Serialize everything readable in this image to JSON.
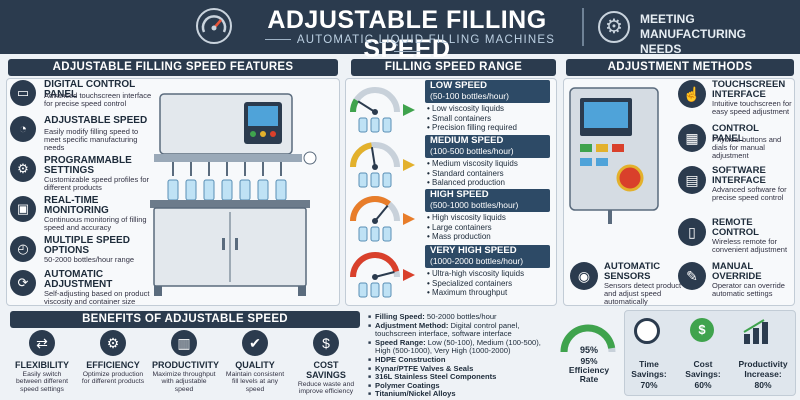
{
  "header": {
    "title": "ADJUSTABLE FILLING SPEED",
    "subtitle": "AUTOMATIC LIQUID FILLING MACHINES",
    "tagline": "MEETING MANUFACTURING NEEDS"
  },
  "features": {
    "title": "ADJUSTABLE FILLING SPEED FEATURES",
    "items": [
      {
        "icon": "tablet-icon",
        "title": "DIGITAL CONTROL PANEL",
        "desc": "Advanced touchscreen interface for precise speed control"
      },
      {
        "icon": "speedometer-icon",
        "title": "ADJUSTABLE SPEED",
        "desc": "Easily modify filling speed to meet specific manufacturing needs"
      },
      {
        "icon": "gears-icon",
        "title": "PROGRAMMABLE SETTINGS",
        "desc": "Customizable speed profiles for different products"
      },
      {
        "icon": "monitor-icon",
        "title": "REAL-TIME MONITORING",
        "desc": "Continuous monitoring of filling speed and accuracy"
      },
      {
        "icon": "gauge-icon",
        "title": "MULTIPLE SPEED OPTIONS",
        "desc": "50-2000 bottles/hour range"
      },
      {
        "icon": "auto-gear-icon",
        "title": "AUTOMATIC ADJUSTMENT",
        "desc": "Self-adjusting based on product viscosity and container size"
      }
    ]
  },
  "comparison": {
    "title": "FILLING SPEED RANGE COMPARISON",
    "rows": [
      {
        "name": "LOW SPEED",
        "range": "(50-100 bottles/hour)",
        "items": [
          "Low viscosity liquids",
          "Small containers",
          "Precision filling required"
        ],
        "color": "#3fa34d",
        "level": 0.18
      },
      {
        "name": "MEDIUM SPEED",
        "range": "(100-500 bottles/hour)",
        "items": [
          "Medium viscosity liquids",
          "Standard containers",
          "Balanced production"
        ],
        "color": "#e3b12c",
        "level": 0.45
      },
      {
        "name": "HIGH SPEED",
        "range": "(500-1000 bottles/hour)",
        "items": [
          "High viscosity liquids",
          "Large containers",
          "Mass production"
        ],
        "color": "#e87d2a",
        "level": 0.72
      },
      {
        "name": "VERY HIGH SPEED",
        "range": "(1000-2000 bottles/hour)",
        "items": [
          "Ultra-high viscosity liquids",
          "Specialized containers",
          "Maximum throughput"
        ],
        "color": "#d9402b",
        "level": 0.92
      }
    ]
  },
  "methods": {
    "title": "ADJUSTMENT METHODS",
    "items": [
      {
        "icon": "touchscreen-icon",
        "title": "TOUCHSCREEN INTERFACE",
        "desc": "Intuitive touchscreen for easy speed adjustment"
      },
      {
        "icon": "control-panel-icon",
        "title": "CONTROL PANEL",
        "desc": "Physical buttons and dials for manual adjustment"
      },
      {
        "icon": "software-icon",
        "title": "SOFTWARE INTERFACE",
        "desc": "Advanced software for precise speed control"
      },
      {
        "icon": "remote-icon",
        "title": "REMOTE CONTROL",
        "desc": "Wireless remote for convenient adjustment"
      },
      {
        "icon": "sensor-icon",
        "title": "AUTOMATIC SENSORS",
        "desc": "Sensors detect product and adjust speed automatically"
      },
      {
        "icon": "wrench-icon",
        "title": "MANUAL OVERRIDE",
        "desc": "Operator can override automatic settings"
      }
    ]
  },
  "benefits": {
    "title": "BENEFITS OF ADJUSTABLE SPEED",
    "items": [
      {
        "icon": "shuffle-icon",
        "title": "FLEXIBILITY",
        "desc": "Easily switch between different speed settings"
      },
      {
        "icon": "gear-check-icon",
        "title": "EFFICIENCY",
        "desc": "Optimize production for different products"
      },
      {
        "icon": "bar-chart-icon",
        "title": "PRODUCTIVITY",
        "desc": "Maximize throughput with adjustable speed"
      },
      {
        "icon": "check-badge-icon",
        "title": "QUALITY",
        "desc": "Maintain consistent fill levels at any speed"
      },
      {
        "icon": "dollar-icon",
        "title": "COST SAVINGS",
        "desc": "Reduce waste and improve efficiency"
      }
    ]
  },
  "specs": [
    {
      "label": "Filling Speed:",
      "value": " 50-2000 bottles/hour"
    },
    {
      "label": "Adjustment Method:",
      "value": " Digital control panel, touchscreen interface, software interface"
    },
    {
      "label": "Speed Range:",
      "value": " Low (50-100), Medium (100-500), High (500-1000), Very High (1000-2000)"
    },
    {
      "label": "HDPE Construction",
      "value": ""
    },
    {
      "label": "Kynar/PTFE Valves & Seals",
      "value": ""
    },
    {
      "label": "316L Stainless Steel Components",
      "value": ""
    },
    {
      "label": "Polymer Coatings",
      "value": ""
    },
    {
      "label": "Titanium/Nickel Alloys",
      "value": ""
    }
  ],
  "stats": {
    "efficiency": {
      "value": "95%",
      "label": "95% Efficiency Rate",
      "level": 0.95
    },
    "time": {
      "label": "Time Savings:",
      "value": "70%"
    },
    "cost": {
      "label": "Cost Savings:",
      "value": "60%"
    },
    "productivity": {
      "label": "Productivity Increase:",
      "value": "80%"
    }
  },
  "colors": {
    "navy": "#2b3b4e",
    "accent": "#2d4a66",
    "green": "#3fa34d",
    "yellow": "#e3b12c",
    "orange": "#e87d2a",
    "red": "#d9402b"
  }
}
